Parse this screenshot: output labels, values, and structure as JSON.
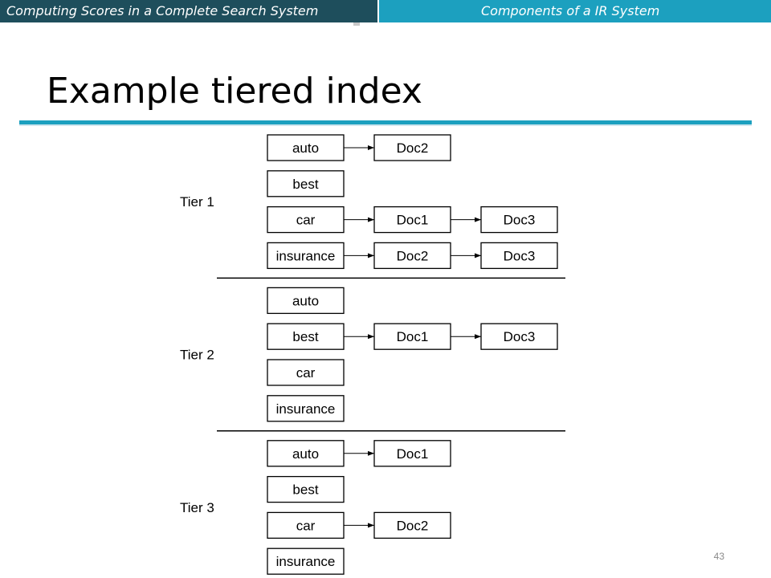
{
  "header": {
    "left_title": "Computing Scores in a Complete Search System",
    "right_title": "Components of a IR System"
  },
  "slide": {
    "title": "Example tiered index",
    "page_number": "43"
  },
  "diagram": {
    "tiers": [
      {
        "label": "Tier 1",
        "terms": [
          {
            "term": "auto",
            "docs": [
              "Doc2"
            ]
          },
          {
            "term": "best",
            "docs": []
          },
          {
            "term": "car",
            "docs": [
              "Doc1",
              "Doc3"
            ]
          },
          {
            "term": "insurance",
            "docs": [
              "Doc2",
              "Doc3"
            ]
          }
        ]
      },
      {
        "label": "Tier 2",
        "terms": [
          {
            "term": "auto",
            "docs": []
          },
          {
            "term": "best",
            "docs": [
              "Doc1",
              "Doc3"
            ]
          },
          {
            "term": "car",
            "docs": []
          },
          {
            "term": "insurance",
            "docs": []
          }
        ]
      },
      {
        "label": "Tier 3",
        "terms": [
          {
            "term": "auto",
            "docs": [
              "Doc1"
            ]
          },
          {
            "term": "best",
            "docs": []
          },
          {
            "term": "car",
            "docs": [
              "Doc2"
            ]
          },
          {
            "term": "insurance",
            "docs": []
          }
        ]
      }
    ]
  }
}
